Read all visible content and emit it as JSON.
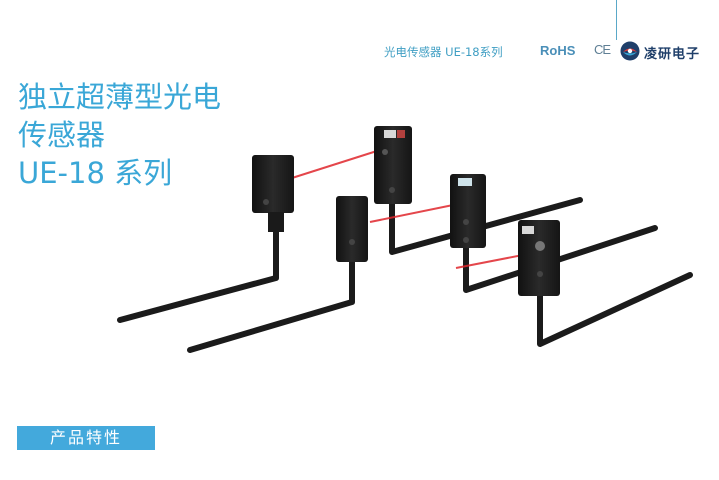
{
  "header": {
    "series_label": "光电传感器 UE-18系列",
    "rohs": "RoHS",
    "ce": "CE",
    "company": "凌研电子"
  },
  "title": {
    "line1": "独立超薄型光电",
    "line2": "传感器",
    "line3": "UE-18 系列"
  },
  "section_button": "产品特性",
  "colors": {
    "accent": "#3aa7d7",
    "button_bg": "#43a9dc",
    "laser": "#e0262c",
    "sensor_body": "#1e1e1e"
  }
}
